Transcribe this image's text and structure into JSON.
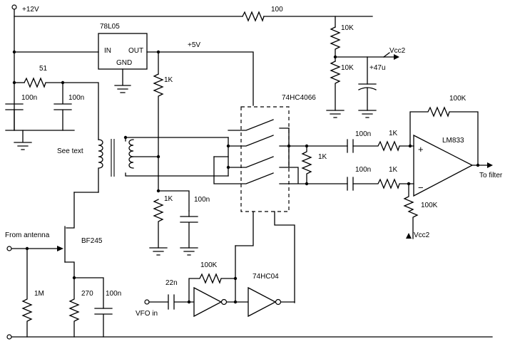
{
  "labels": {
    "v12": "+12V",
    "r100": "100",
    "reg": "78L05",
    "reg_in": "IN",
    "reg_out": "OUT",
    "reg_gnd": "GND",
    "v5": "+5V",
    "r51": "51",
    "c100n_a": "100n",
    "c100n_b": "100n",
    "r10k_a": "10K",
    "r10k_b": "10K",
    "vcc2_top": "Vcc2",
    "c47u": "+47u",
    "r1k_bias_top": "1K",
    "ic_switch": "74HC4066",
    "see_text": "See text",
    "r1k_bridge": "1K",
    "c100n_sw_top": "100n",
    "r1k_in_top": "1K",
    "r100k_fb": "100K",
    "opamp": "LM833",
    "plus": "+",
    "minus": "−",
    "c100n_sw_bot": "100n",
    "r1k_in_bot": "1K",
    "to_filter": "To filter",
    "r100k_bias": "100K",
    "vcc2_bot": "Vcc2",
    "r1k_bias_bot": "1K",
    "c100n_bias": "100n",
    "from_antenna": "From antenna",
    "jfet": "BF245",
    "r1m": "1M",
    "r270": "270",
    "c100n_src": "100n",
    "r100k_inv": "100K",
    "ic_inv": "74HC04",
    "c22n": "22n",
    "vfo_in": "VFO in"
  }
}
